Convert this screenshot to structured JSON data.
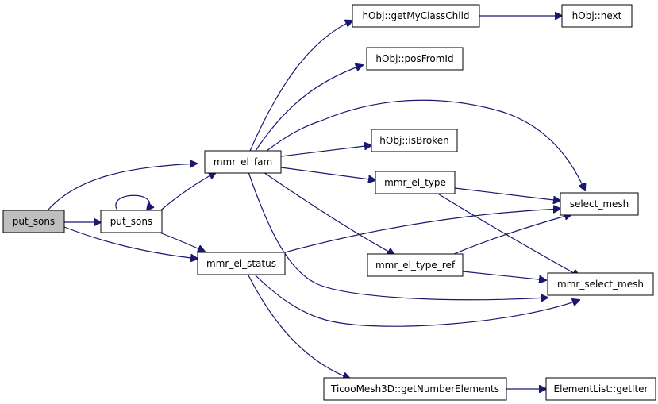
{
  "diagram": {
    "type": "call-graph",
    "nodes": [
      {
        "id": "put_sons_root",
        "label": "put_sons",
        "root": true
      },
      {
        "id": "put_sons",
        "label": "put_sons"
      },
      {
        "id": "mmr_el_fam",
        "label": "mmr_el_fam"
      },
      {
        "id": "mmr_el_status",
        "label": "mmr_el_status"
      },
      {
        "id": "getMyClassChild",
        "label": "hObj::getMyClassChild"
      },
      {
        "id": "next",
        "label": "hObj::next"
      },
      {
        "id": "posFromId",
        "label": "hObj::posFromId"
      },
      {
        "id": "isBroken",
        "label": "hObj::isBroken"
      },
      {
        "id": "mmr_el_type",
        "label": "mmr_el_type"
      },
      {
        "id": "mmr_el_type_ref",
        "label": "mmr_el_type_ref"
      },
      {
        "id": "select_mesh",
        "label": "select_mesh"
      },
      {
        "id": "mmr_select_mesh",
        "label": "mmr_select_mesh"
      },
      {
        "id": "getNumberElements",
        "label": "TicooMesh3D::getNumberElements"
      },
      {
        "id": "getIter",
        "label": "ElementList::getIter"
      }
    ],
    "edges": [
      {
        "from": "put_sons_root",
        "to": "mmr_el_fam"
      },
      {
        "from": "put_sons_root",
        "to": "put_sons"
      },
      {
        "from": "put_sons_root",
        "to": "mmr_el_status"
      },
      {
        "from": "put_sons",
        "to": "put_sons"
      },
      {
        "from": "put_sons",
        "to": "mmr_el_fam"
      },
      {
        "from": "put_sons",
        "to": "mmr_el_status"
      },
      {
        "from": "mmr_el_fam",
        "to": "getMyClassChild"
      },
      {
        "from": "mmr_el_fam",
        "to": "posFromId"
      },
      {
        "from": "mmr_el_fam",
        "to": "select_mesh"
      },
      {
        "from": "mmr_el_fam",
        "to": "isBroken"
      },
      {
        "from": "mmr_el_fam",
        "to": "mmr_el_type"
      },
      {
        "from": "mmr_el_fam",
        "to": "mmr_el_type_ref"
      },
      {
        "from": "mmr_el_fam",
        "to": "mmr_select_mesh"
      },
      {
        "from": "getMyClassChild",
        "to": "next"
      },
      {
        "from": "mmr_el_type",
        "to": "select_mesh"
      },
      {
        "from": "mmr_el_type",
        "to": "mmr_select_mesh"
      },
      {
        "from": "mmr_el_type_ref",
        "to": "select_mesh"
      },
      {
        "from": "mmr_el_type_ref",
        "to": "mmr_select_mesh"
      },
      {
        "from": "mmr_el_status",
        "to": "select_mesh"
      },
      {
        "from": "mmr_el_status",
        "to": "mmr_select_mesh"
      },
      {
        "from": "mmr_el_status",
        "to": "getNumberElements"
      },
      {
        "from": "getNumberElements",
        "to": "getIter"
      }
    ]
  }
}
